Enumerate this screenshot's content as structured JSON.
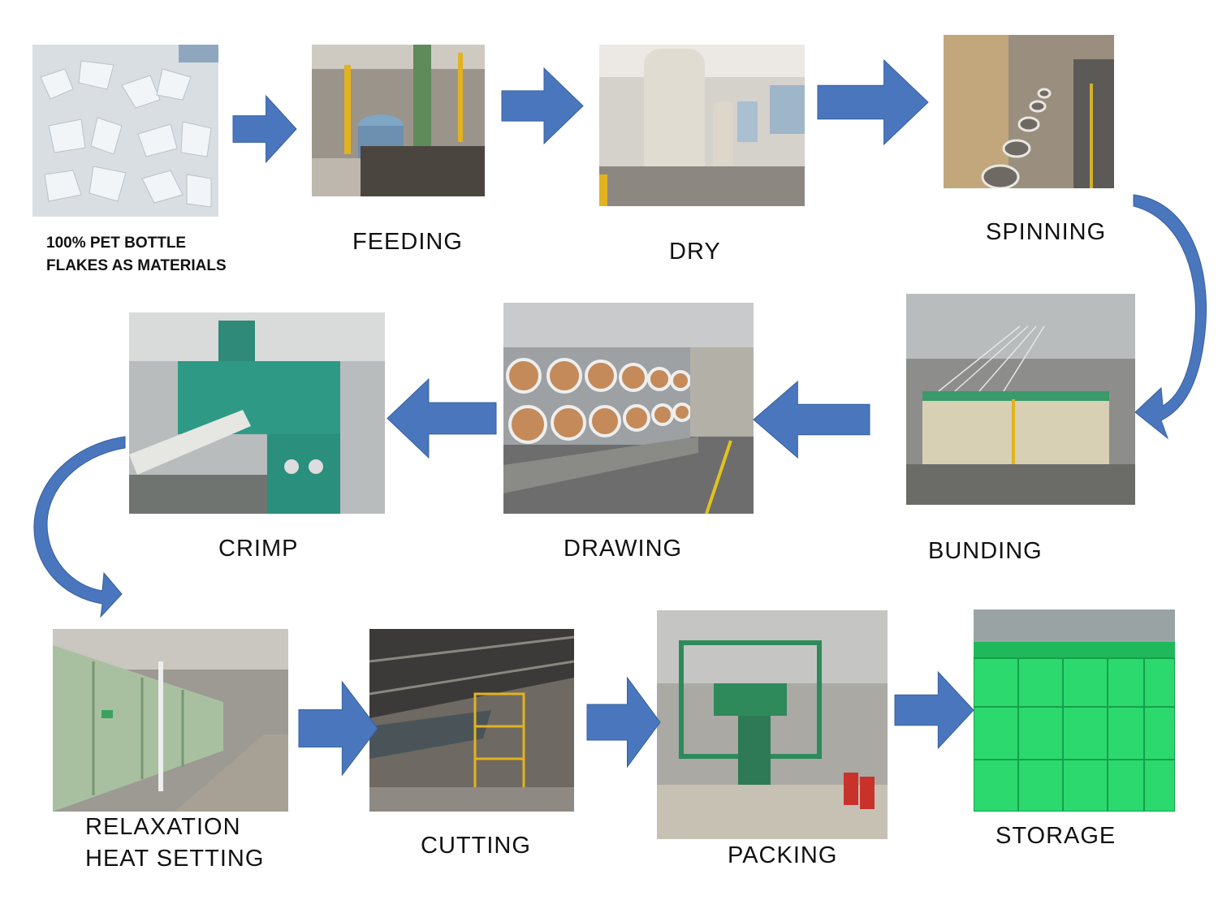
{
  "steps": [
    {
      "id": "materials",
      "label_line1": "100% PET BOTTLE",
      "label_line2": "FLAKES AS MATERIALS"
    },
    {
      "id": "feeding",
      "label": "FEEDING"
    },
    {
      "id": "dry",
      "label": "DRY"
    },
    {
      "id": "spinning",
      "label": "SPINNING"
    },
    {
      "id": "bunding",
      "label": "BUNDING"
    },
    {
      "id": "drawing",
      "label": "DRAWING"
    },
    {
      "id": "crimp",
      "label": "CRIMP"
    },
    {
      "id": "relaxation",
      "label_line1": "RELAXATION",
      "label_line2": "HEAT SETTING"
    },
    {
      "id": "cutting",
      "label": "CUTTING"
    },
    {
      "id": "packing",
      "label": "PACKING"
    },
    {
      "id": "storage",
      "label": "STORAGE"
    }
  ],
  "colors": {
    "arrow": "#4a76bd",
    "arrow_stroke": "#35609f"
  }
}
